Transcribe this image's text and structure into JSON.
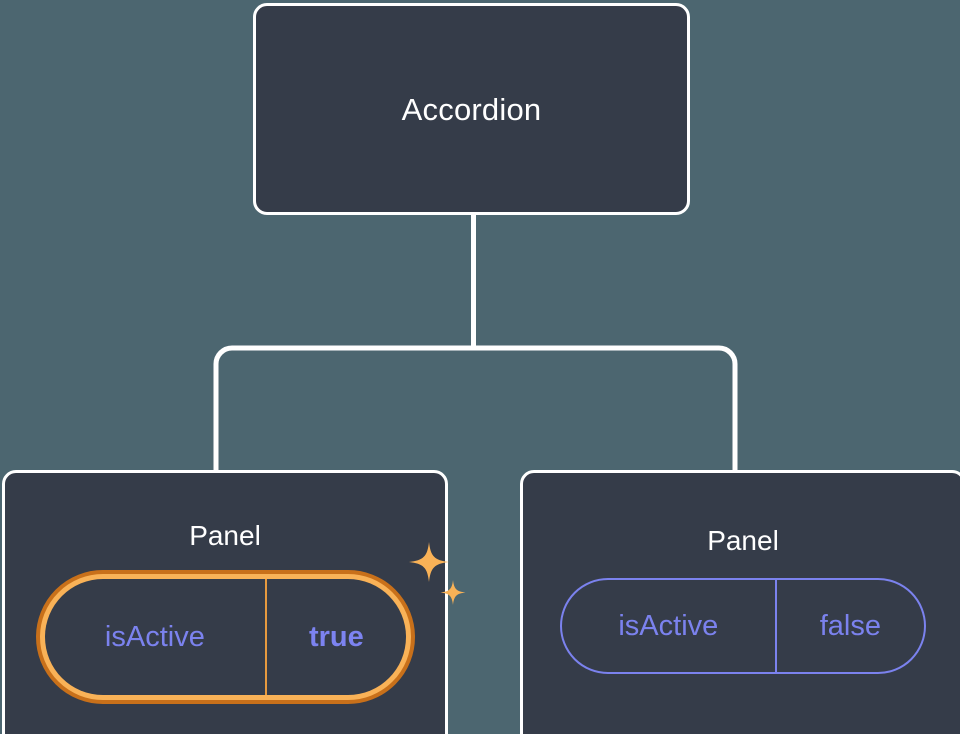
{
  "theme": {
    "canvas_bg": "#4c6670",
    "node_bg": "#353c49",
    "node_border": "#ffffff",
    "connector": "#ffffff",
    "prop_text": "#7b82ee",
    "highlight_outer_ring": "#c8701a",
    "highlight_inner_ring": "#f9b257",
    "sparkle": "#f9b257",
    "title_text": "#ffffff"
  },
  "diagram": {
    "type": "component-tree",
    "root": {
      "title": "Accordion"
    },
    "children": [
      {
        "title": "Panel",
        "highlighted": true,
        "prop": {
          "key": "isActive",
          "value": "true"
        },
        "sparkle_icons": [
          "sparkle-large-icon",
          "sparkle-small-icon"
        ]
      },
      {
        "title": "Panel",
        "highlighted": false,
        "prop": {
          "key": "isActive",
          "value": "false"
        }
      }
    ]
  }
}
